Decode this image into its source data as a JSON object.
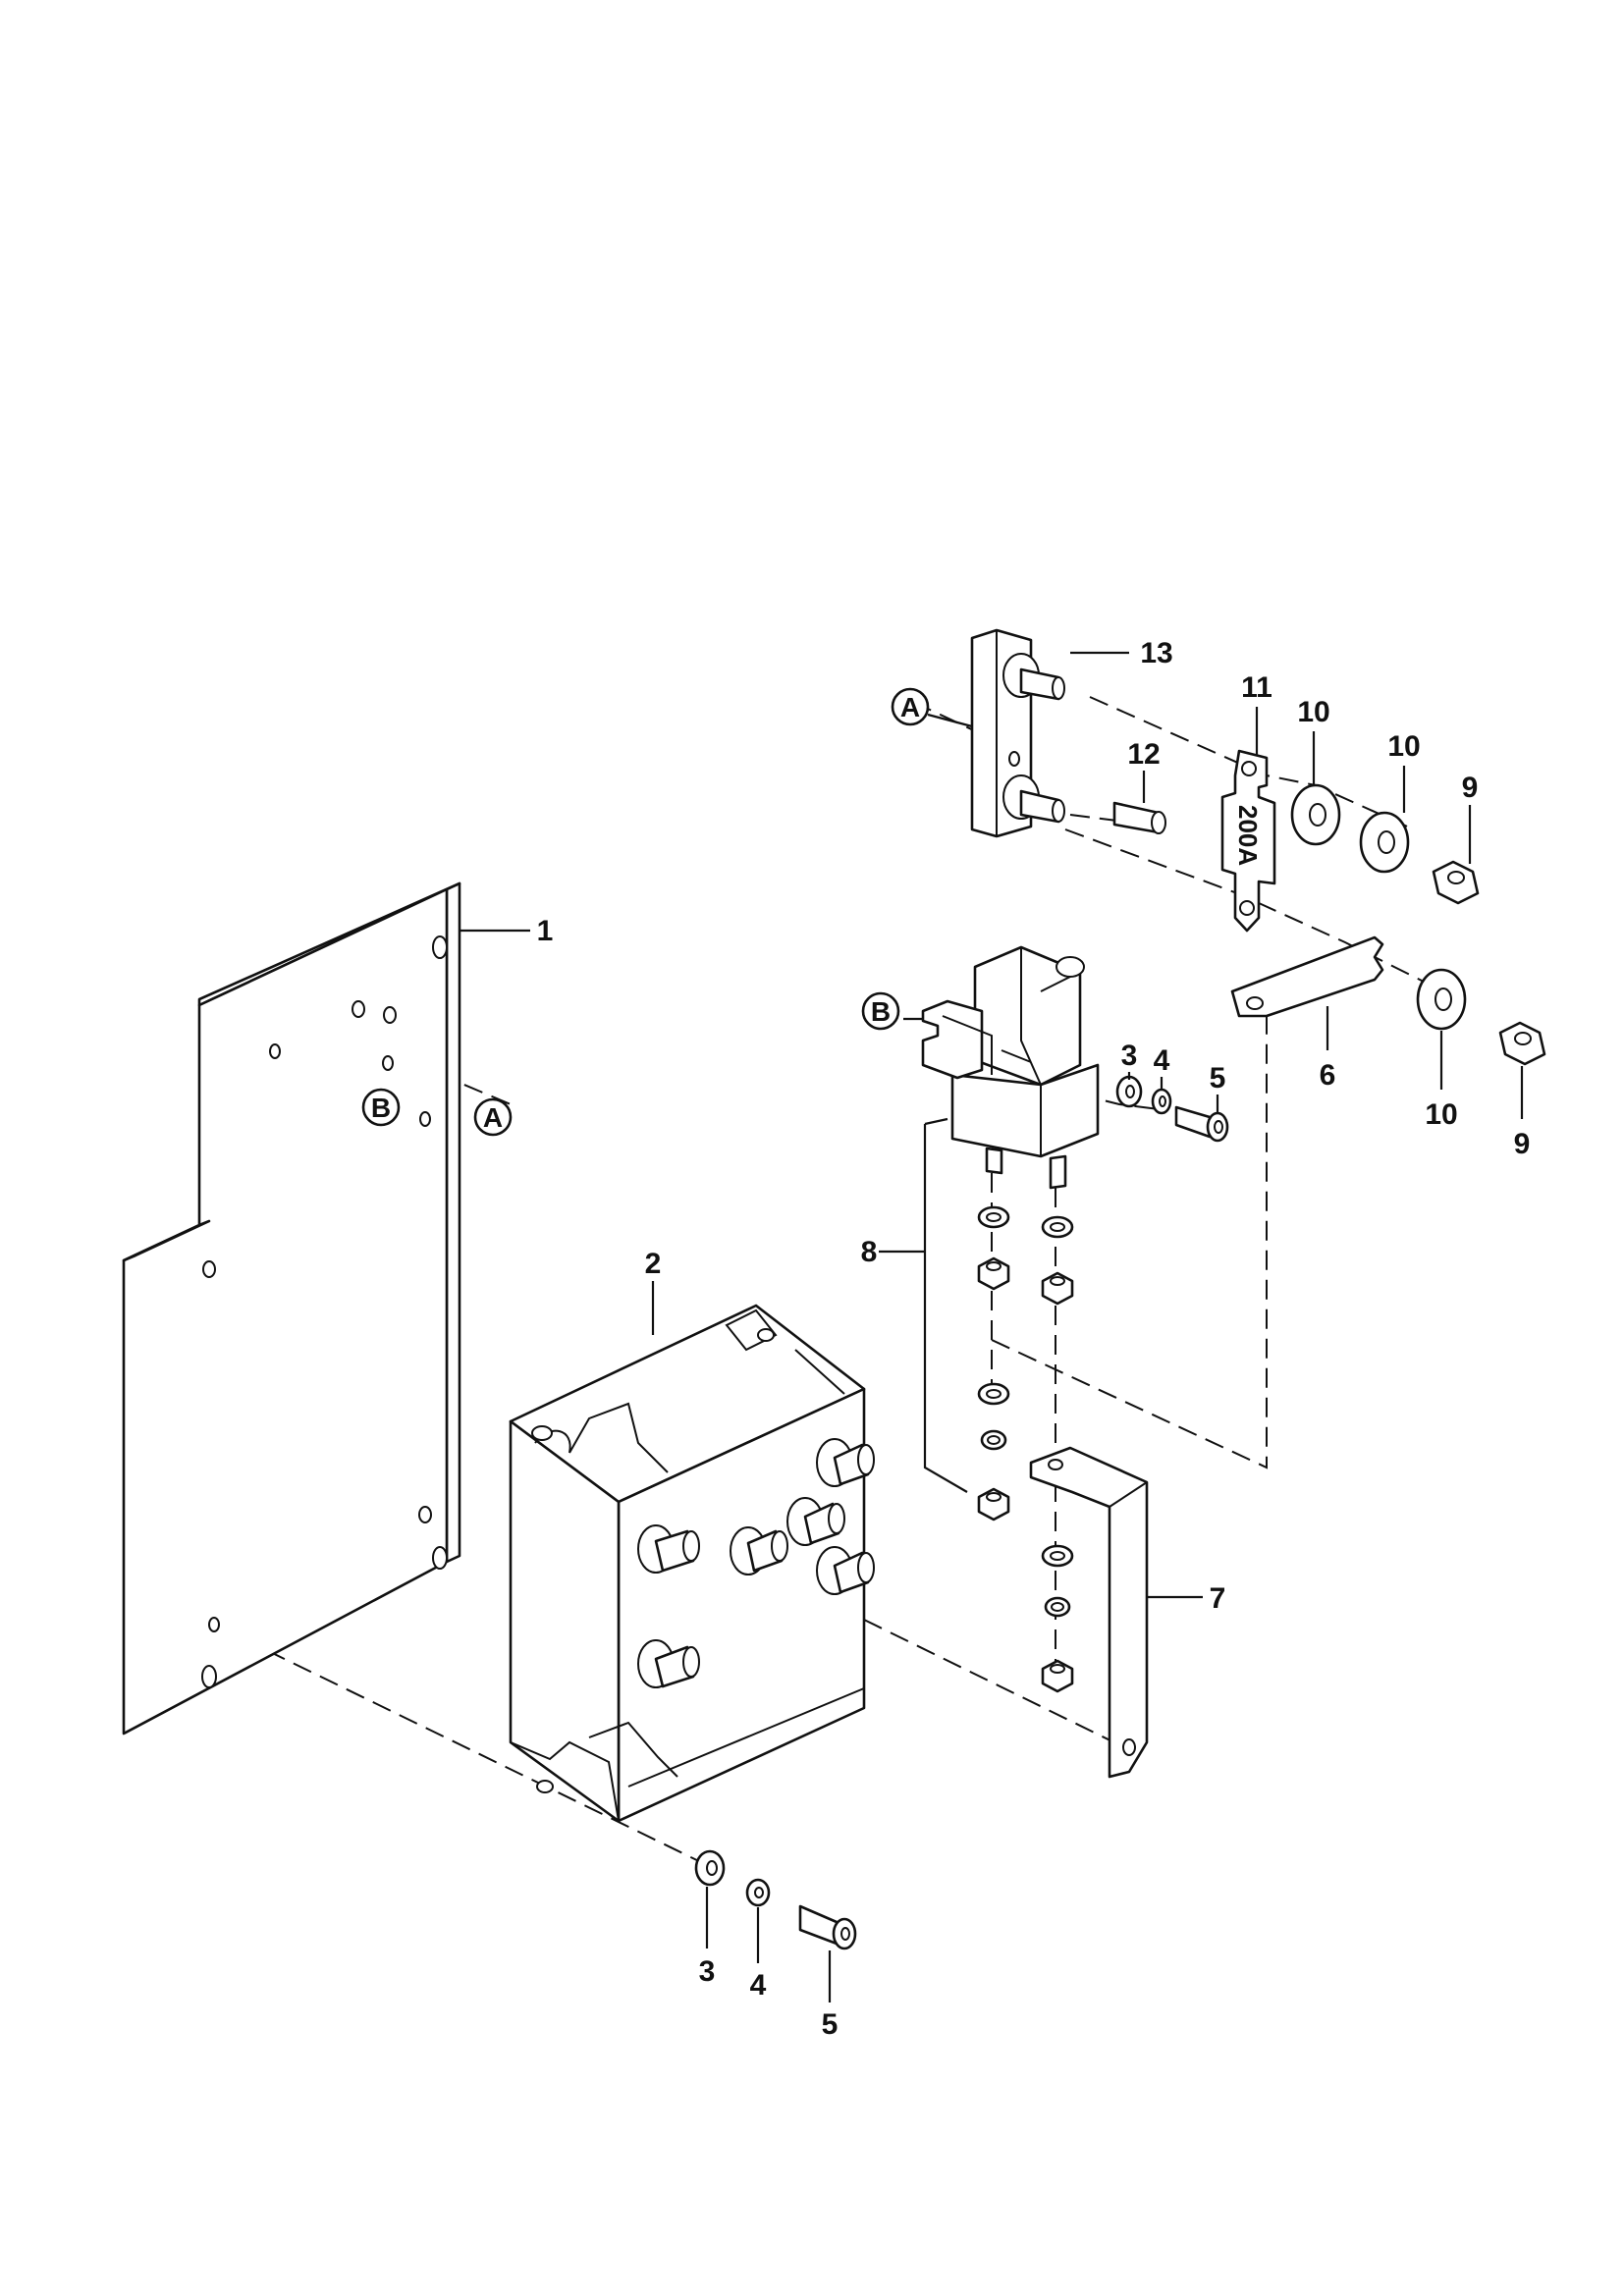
{
  "diagram": {
    "callouts": {
      "panel": "1",
      "controller": "2",
      "washer_lower": "3",
      "lockwasher_lower": "4",
      "screw_lower": "5",
      "washer_contactor": "3",
      "lockwasher_contactor": "4",
      "screw_contactor": "5",
      "strap": "6",
      "bracket": "7",
      "contactor_assembly": "8",
      "nut_upper": "9",
      "nut_right": "9",
      "washer_fuse_a": "10",
      "washer_fuse_b": "10",
      "washer_strap": "10",
      "fuse": "11",
      "bushing": "12",
      "fuse_block": "13"
    },
    "references": {
      "a_fuse_block": "A",
      "a_panel": "A",
      "b_contactor": "B",
      "b_panel": "B"
    },
    "fuse_rating": "200A"
  }
}
